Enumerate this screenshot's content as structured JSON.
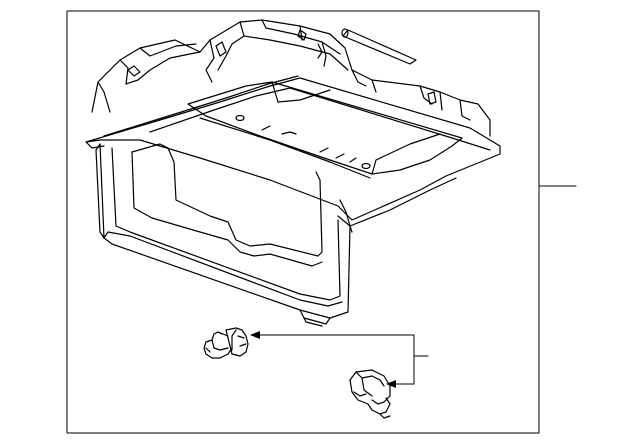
{
  "diagram": {
    "kind": "exploded-parts-line-drawing",
    "parts": [
      {
        "id": "overhead-console-panel",
        "callout": ""
      },
      {
        "id": "retainer-clip",
        "callout": ""
      },
      {
        "id": "retainer-fastener",
        "callout": ""
      }
    ],
    "colors": {
      "line": "#000000",
      "background": "#ffffff",
      "frame": "#000000"
    }
  }
}
